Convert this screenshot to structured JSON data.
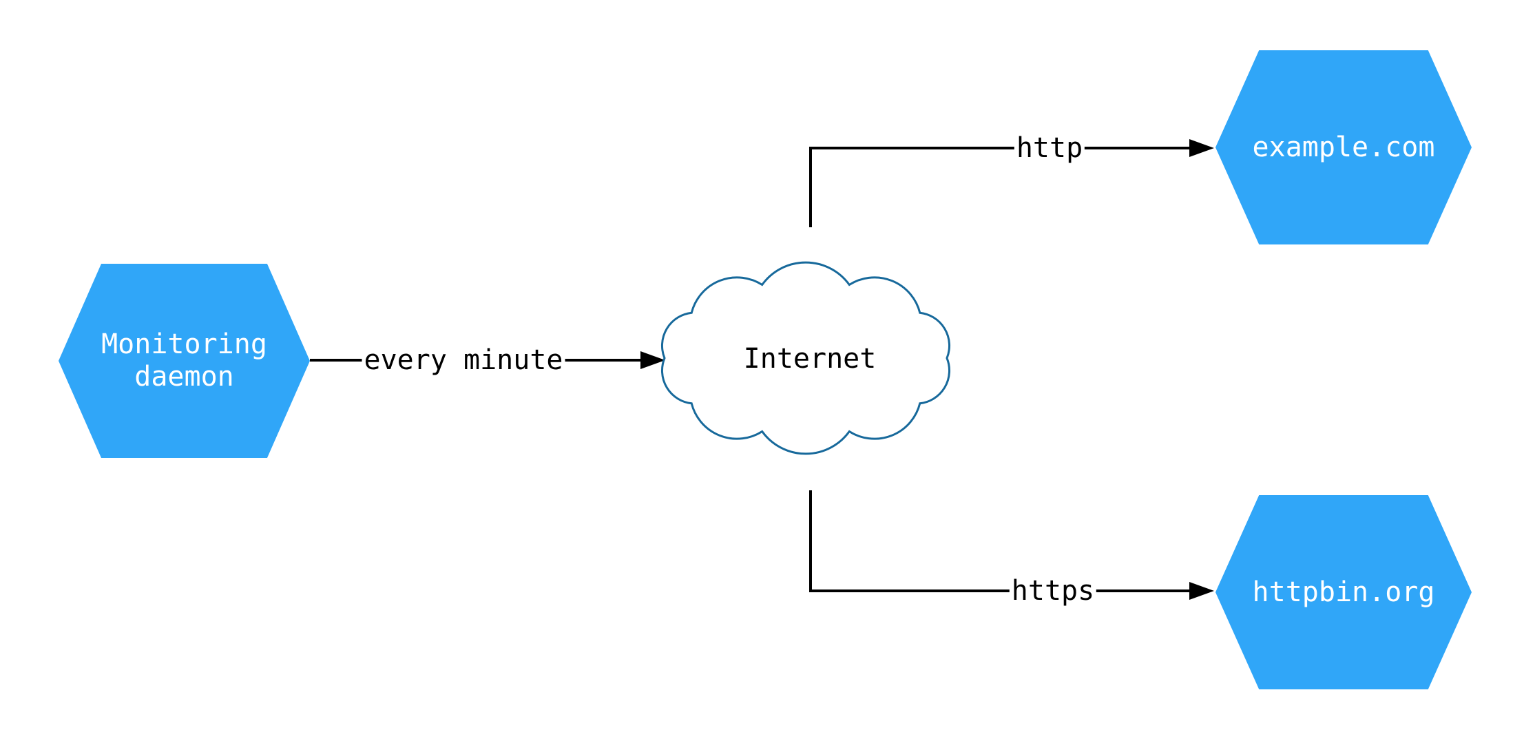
{
  "diagram": {
    "type": "network-architecture-diagram",
    "colors": {
      "background": "#ffffff",
      "node_fill": "#30a6f8",
      "node_text": "#ffffff",
      "cloud_fill": "#ffffff",
      "cloud_stroke": "#17699b",
      "edge_color": "#000000",
      "edge_label_text": "#000000"
    },
    "nodes": [
      {
        "id": "monitoring-daemon",
        "label": "Monitoring daemon",
        "shape": "hexagon"
      },
      {
        "id": "internet",
        "label": "Internet",
        "shape": "cloud"
      },
      {
        "id": "example-com",
        "label": "example.com",
        "shape": "hexagon"
      },
      {
        "id": "httpbin-org",
        "label": "httpbin.org",
        "shape": "hexagon"
      }
    ],
    "edges": [
      {
        "from": "monitoring-daemon",
        "to": "internet",
        "label": "every minute"
      },
      {
        "from": "internet",
        "to": "example-com",
        "label": "http"
      },
      {
        "from": "internet",
        "to": "httpbin-org",
        "label": "https"
      }
    ]
  }
}
